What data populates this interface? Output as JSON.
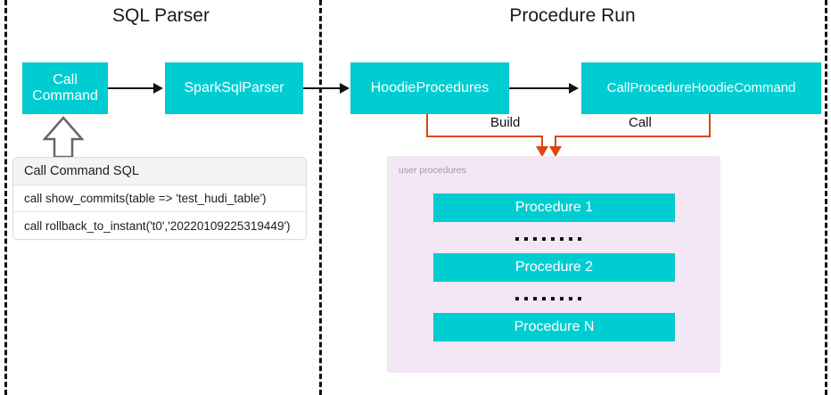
{
  "diagram": {
    "sections": [
      {
        "title": "SQL Parser"
      },
      {
        "title": "Procedure Run"
      }
    ],
    "nodes": {
      "call_command": "Call\nCommand",
      "call_command_line1": "Call",
      "call_command_line2": "Command",
      "spark_sql_parser": "SparkSqlParser",
      "hoodie_procedures": "HoodieProcedures",
      "call_procedure_hoodie_command": "CallProcedureHoodieCommand"
    },
    "edges": {
      "build_label": "Build",
      "call_label": "Call"
    },
    "sql_card": {
      "header": "Call Command SQL",
      "rows": [
        "call show_commits(table => 'test_hudi_table')",
        "call rollback_to_instant('t0','20220109225319449')"
      ]
    },
    "user_procedures_panel": {
      "label": "user procedures",
      "procedures": [
        "Procedure 1",
        "Procedure 2",
        "Procedure N"
      ],
      "ellipsis_dot_count": 8
    },
    "colors": {
      "node_fill": "#00cdd1",
      "node_text": "#ffffff",
      "panel_fill": "#f3e6f5",
      "connector_orange": "#d9470f",
      "arrow_black": "#111111",
      "divider": "#111111",
      "card_header_fill": "#f4f4f4",
      "panel_label_text": "#9e9e9e"
    }
  }
}
